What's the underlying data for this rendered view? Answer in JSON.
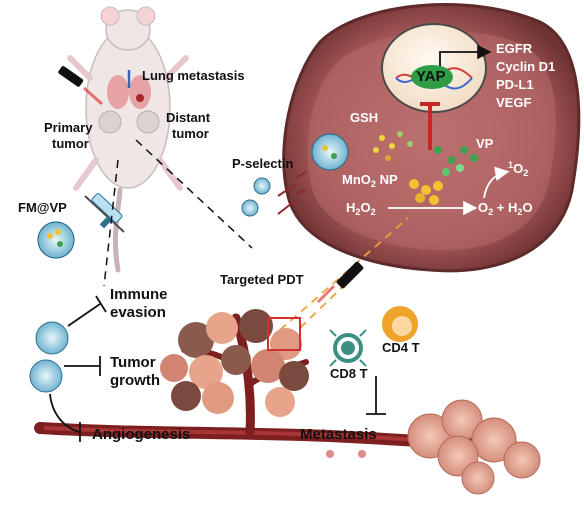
{
  "labels": {
    "lung_metastasis": "Lung metastasis",
    "primary_tumor_line1": "Primary",
    "primary_tumor_line2": "tumor",
    "distant_tumor_line1": "Distant",
    "distant_tumor_line2": "tumor",
    "fm_vp": "FM@VP",
    "p_selectin": "P-selectin",
    "gsh": "GSH",
    "yap": "YAP",
    "vp": "VP",
    "mno2_prefix": "MnO",
    "mno2_sub": "2",
    "mno2_suffix": " NP",
    "singlet_oxygen_sup": "1",
    "singlet_oxygen_base": "O",
    "singlet_oxygen_sub": "2",
    "h2o2_base": "H",
    "h2o2_sub1": "2",
    "h2o2_mid": "O",
    "h2o2_sub2": "2",
    "products_o": "O",
    "products_o_sub": "2",
    "products_rest": " + H",
    "products_h_sub": "2",
    "products_end": "O",
    "targeted_pdt": "Targeted PDT",
    "immune_line1": "Immune",
    "immune_line2": "evasion",
    "tumor_line1": "Tumor",
    "tumor_line2": "growth",
    "angiogenesis": "Angiogenesis",
    "metastasis": "Metastasis",
    "cd4t": "CD4 T",
    "cd8t": "CD8 T"
  },
  "yap_targets": [
    "EGFR",
    "Cyclin D1",
    "PD-L1",
    "VEGF"
  ],
  "colors": {
    "cell_dark": "#7a3b3b",
    "cell_mid": "#a8595a",
    "cell_inner": "#c47a78",
    "vessel": "#7e1f1f",
    "nucleus": "#fbeede",
    "yap_green": "#2e9d46",
    "inhibit_red": "#c62828",
    "dash_orange": "#e8a33b",
    "cd4_orange": "#f0a32a",
    "cd8_teal": "#3c8f82"
  }
}
